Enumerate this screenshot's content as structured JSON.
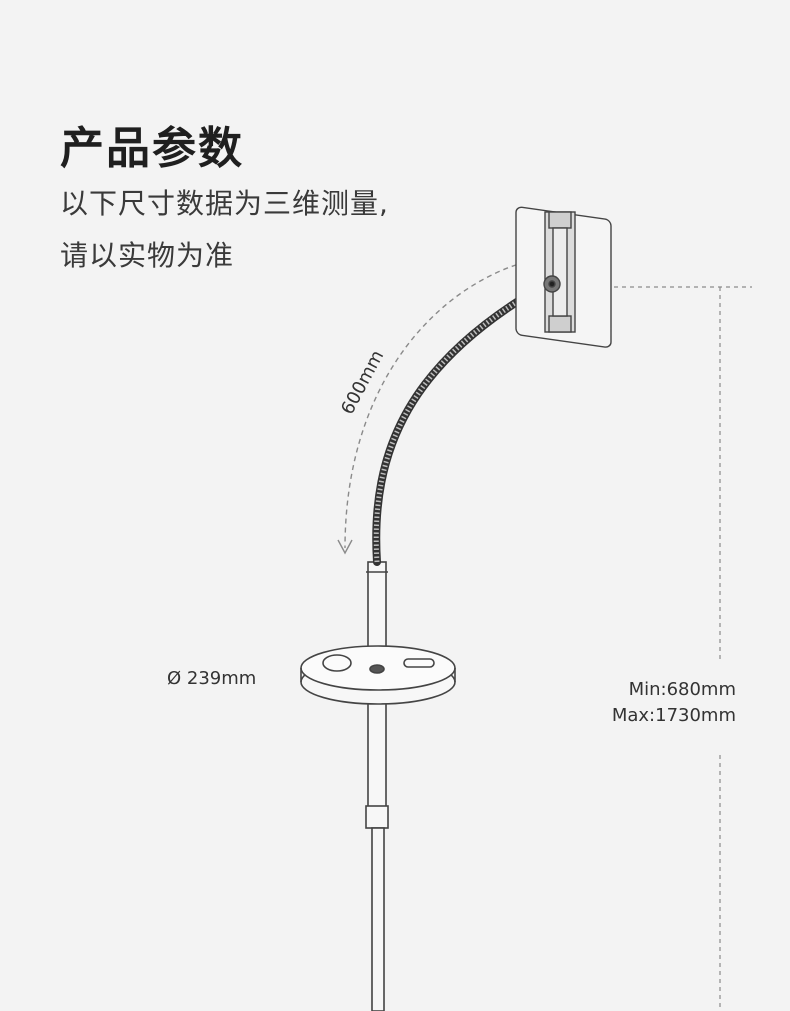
{
  "header": {
    "title": "产品参数",
    "subtitle_line1": "以下尺寸数据为三维测量,",
    "subtitle_line2": "请以实物为准"
  },
  "dimensions": {
    "gooseneck_length": "600mm",
    "tray_diameter": "Ø 239mm",
    "height_min": "Min:680mm",
    "height_max": "Max:1730mm"
  },
  "colors": {
    "background": "#f3f3f3",
    "line": "#444444",
    "dashed": "#8a8a8a"
  }
}
